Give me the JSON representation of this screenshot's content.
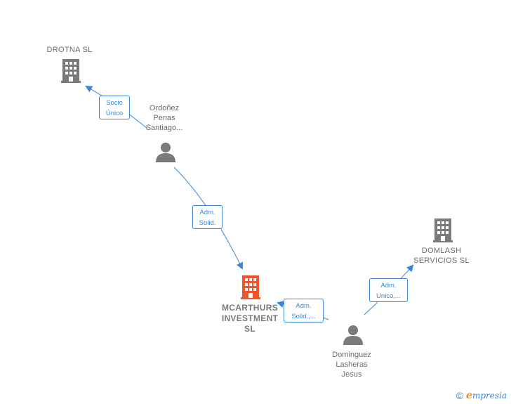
{
  "colors": {
    "edge": "#3d86d6",
    "node_gray": "#7a7a7a",
    "node_main": "#f0542a",
    "label_text": "#6b6b6b"
  },
  "nodes": {
    "drotna": {
      "label": "DROTNA  SL",
      "icon": "building-icon"
    },
    "ordonez": {
      "label": "Ordoñez\nPenas\nSantiago...",
      "icon": "person-icon"
    },
    "mcarthurs": {
      "label": "MCARTHURS\nINVESTMENT\nSL",
      "icon": "building-icon"
    },
    "domlash": {
      "label": "DOMLASH\nSERVICIOS  SL",
      "icon": "building-icon"
    },
    "dominguez": {
      "label": "Dominguez\nLasheras\nJesus",
      "icon": "person-icon"
    }
  },
  "edges": {
    "socio_unico": {
      "label": "Socio\nÚnico"
    },
    "adm_solid_1": {
      "label": "Adm.\nSolid."
    },
    "adm_solid_2": {
      "label": "Adm.\nSolid.,..."
    },
    "adm_unico": {
      "label": "Adm.\nUnico,..."
    }
  },
  "footer": {
    "copyright": "©",
    "brand_first": "e",
    "brand_rest": "mpresia"
  }
}
